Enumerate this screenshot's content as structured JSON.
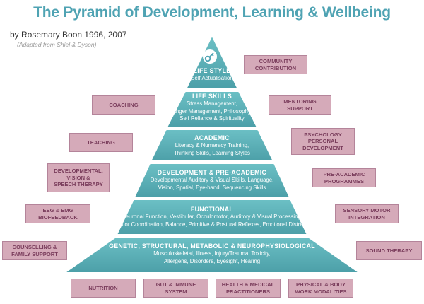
{
  "header": {
    "title": "The Pyramid of Development, Learning & Wellbeing",
    "author": "by Rosemary Boon 1996, 2007",
    "adapted": "(Adapted from Shiel & Dyson)"
  },
  "tiers": [
    {
      "name": "LIFE STYLE",
      "lines": [
        "Self Actualisation"
      ]
    },
    {
      "name": "LIFE SKILLS",
      "lines": [
        "Stress Management,",
        "Anger Management, Philosophy,",
        "Self Reliance & Spirituality"
      ]
    },
    {
      "name": "ACADEMIC",
      "lines": [
        "Literacy & Numeracy Training,",
        "Thinking Skills, Learning Styles"
      ]
    },
    {
      "name": "DEVELOPMENT & PRE-ACADEMIC",
      "lines": [
        "Developmental Auditory & Visual Skills, Language,",
        "Vision, Spatial, Eye-hand, Sequencing Skills"
      ]
    },
    {
      "name": "FUNCTIONAL",
      "lines": [
        "Neuronal Function, Vestibular, Occulomotor, Auditory & Visual Processing,",
        "Motor Coordination, Balance, Primitive & Postural Reflexes, Emotional Distress"
      ]
    },
    {
      "name": "GENETIC, STRUCTURAL, METABOLIC & NEUROPHYSIOLOGICAL",
      "lines": [
        "Musculoskeletal, Illness, Injury/Trauma, Toxicity,",
        "Allergens, Disorders, Eyesight, Hearing"
      ]
    }
  ],
  "boxes": {
    "community": [
      "COMMUNITY",
      "CONTRIBUTION"
    ],
    "coaching": [
      "COACHING"
    ],
    "mentoring": [
      "MENTORING",
      "SUPPORT"
    ],
    "teaching": [
      "TEACHING"
    ],
    "psychology": [
      "PSYCHOLOGY",
      "PERSONAL",
      "DEVELOPMENT"
    ],
    "developmental": [
      "DEVELOPMENTAL,",
      "VISION &",
      "SPEECH THERAPY"
    ],
    "preacademic": [
      "PRE-ACADEMIC",
      "PROGRAMMES"
    ],
    "eeg": [
      "EEG & EMG",
      "BIOFEEDBACK"
    ],
    "sensory": [
      "SENSORY MOTOR",
      "INTEGRATION"
    ],
    "counselling": [
      "COUNSELLING &",
      "FAMILY SUPPORT"
    ],
    "sound": [
      "SOUND THERAPY"
    ],
    "nutrition": [
      "NUTRITION"
    ],
    "gut": [
      "GUT & IMMUNE",
      "SYSTEM"
    ],
    "health": [
      "HEALTH & MEDICAL",
      "PRACTITIONERS"
    ],
    "physical": [
      "PHYSICAL & BODY",
      "WORK MODALITIES"
    ]
  },
  "icons": {
    "top_tier": "key-icon"
  },
  "colors": {
    "title": "#4fa3b3",
    "pyramid": "#59b2b8",
    "box_fill": "#d5aab9",
    "box_text": "#7a3d5c"
  }
}
